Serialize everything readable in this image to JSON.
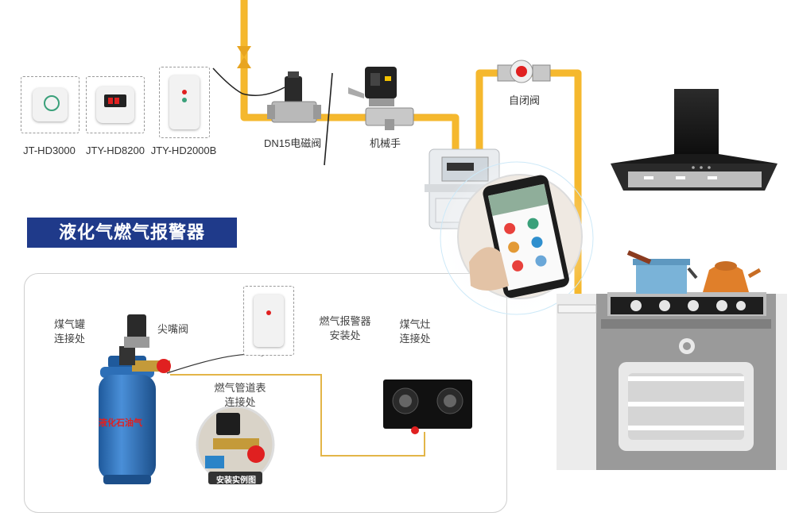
{
  "detectors": [
    {
      "model": "JT-HD3000"
    },
    {
      "model": "JTY-HD8200"
    },
    {
      "model": "JTY-HD2000B"
    }
  ],
  "top_labels": {
    "solenoid_valve": "DN15电磁阀",
    "manipulator": "机械手",
    "self_closing_valve": "自闭阀"
  },
  "section_title": "液化气燃气报警器",
  "lpg_labels": {
    "tank_connection_line1": "煤气罐",
    "tank_connection_line2": "连接处",
    "nozzle_valve": "尖嘴阀",
    "alarm_install_line1": "燃气报警器",
    "alarm_install_line2": "安装处",
    "stove_connection_line1": "煤气灶",
    "stove_connection_line2": "连接处",
    "pipe_meter_line1": "燃气管道表",
    "pipe_meter_line2": "连接处",
    "cylinder_text": "液化石油气",
    "example_photo": "安装实例图"
  },
  "colors": {
    "pipe": "#f5b82e",
    "pipe_border": "#e0a020",
    "title_bg": "#1f3a8a",
    "valve_red": "#e02020",
    "cylinder_blue": "#2d6fb7",
    "thin_pipe": "#e3b548"
  }
}
